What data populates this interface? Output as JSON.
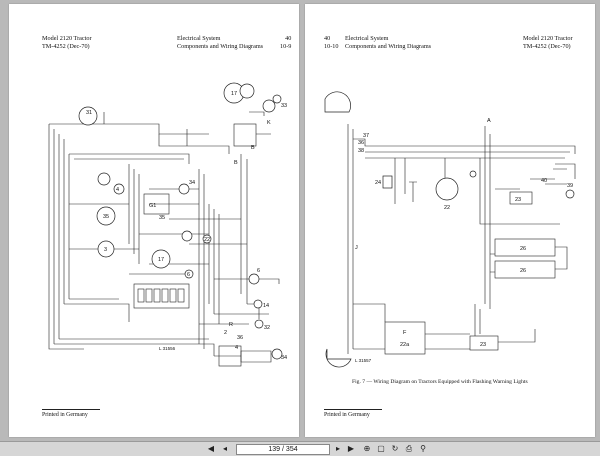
{
  "left_page": {
    "header_left": [
      "Model 2120 Tractor",
      "TM-4252 (Dec-70)"
    ],
    "header_right": [
      "Electrical System",
      "Components and Wiring Diagrams"
    ],
    "header_nums": [
      "40",
      "10-9"
    ],
    "diagram_ref": "L 31556",
    "footer": "Printed in Germany",
    "labels": [
      "31",
      "17",
      "33",
      "K",
      "B",
      "B",
      "35",
      "34",
      "G1",
      "35",
      "3",
      "6",
      "17",
      "22",
      "6",
      "14",
      "32",
      "2",
      "4",
      "34",
      "R",
      "36",
      "4"
    ]
  },
  "right_page": {
    "header_left": [
      "40",
      "10-10"
    ],
    "header_left_text": [
      "Electrical System",
      "Components and Wiring Diagrams"
    ],
    "header_right": [
      "Model 2120 Tractor",
      "TM-4252 (Dec-70)"
    ],
    "diagram_ref": "L 31557",
    "caption": "Fig. 7 — Wiring Diagram on Tractors Equipped with Flashing Warning Lights",
    "footer": "Printed in Germany",
    "labels": [
      "A",
      "37",
      "36",
      "38",
      "24",
      "22",
      "23",
      "40",
      "39",
      "J",
      "26",
      "26",
      "F",
      "22a",
      "23"
    ]
  },
  "toolbar": {
    "first_icon": "first-page-icon",
    "prev_icon": "prev-page-icon",
    "current_page": "139",
    "separator": " / ",
    "total_pages": "354",
    "next_icon": "next-page-icon",
    "last_icon": "last-page-icon",
    "tools": [
      "zoom-icon",
      "fit-page-icon",
      "rotate-icon",
      "print-icon",
      "search-icon"
    ]
  }
}
